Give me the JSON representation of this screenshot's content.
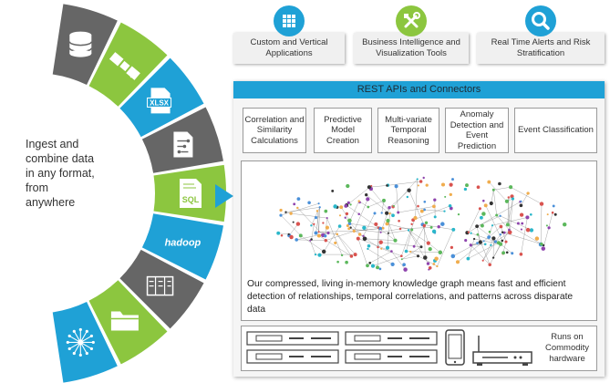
{
  "ingest_text": "Ingest and combine data in any format, from anywhere",
  "arc_segments": [
    {
      "icon": "database-icon",
      "color": "#666666"
    },
    {
      "icon": "satellite-icon",
      "color": "#8cc63f"
    },
    {
      "icon": "xlsx-file-icon",
      "label": "XLSX",
      "color": "#1fa1d6"
    },
    {
      "icon": "circuit-file-icon",
      "color": "#666666"
    },
    {
      "icon": "sql-file-icon",
      "label": "SQL",
      "color": "#8cc63f"
    },
    {
      "icon": "hadoop-logo",
      "label": "hadoop",
      "color": "#1fa1d6"
    },
    {
      "icon": "server-rack-icon",
      "color": "#666666"
    },
    {
      "icon": "folder-icon",
      "color": "#8cc63f"
    },
    {
      "icon": "network-burst-icon",
      "color": "#1fa1d6"
    }
  ],
  "top_items": [
    {
      "label": "Custom and Vertical Applications",
      "icon": "grid-apps-icon",
      "color": "#1fa1d6"
    },
    {
      "label": "Business Intelligence and Visualization Tools",
      "icon": "tools-icon",
      "color": "#8cc63f"
    },
    {
      "label": "Real Time Alerts and Risk Stratification",
      "icon": "magnifier-icon",
      "color": "#1fa1d6"
    }
  ],
  "panel": {
    "header": "REST APIs and Connectors",
    "capabilities": [
      "Correlation and Similarity Calculations",
      "Predictive Model Creation",
      "Multi-variate Temporal Reasoning",
      "Anomaly Detection and Event Prediction",
      "Event Classification"
    ],
    "graph_caption": "Our compressed, living in-memory knowledge graph means fast and efficient detection of relationships, temporal correlations, and patterns across disparate data",
    "hardware_label": "Runs on Commodity hardware"
  },
  "colors": {
    "blue": "#1fa1d6",
    "green": "#8cc63f",
    "gray": "#666666"
  }
}
